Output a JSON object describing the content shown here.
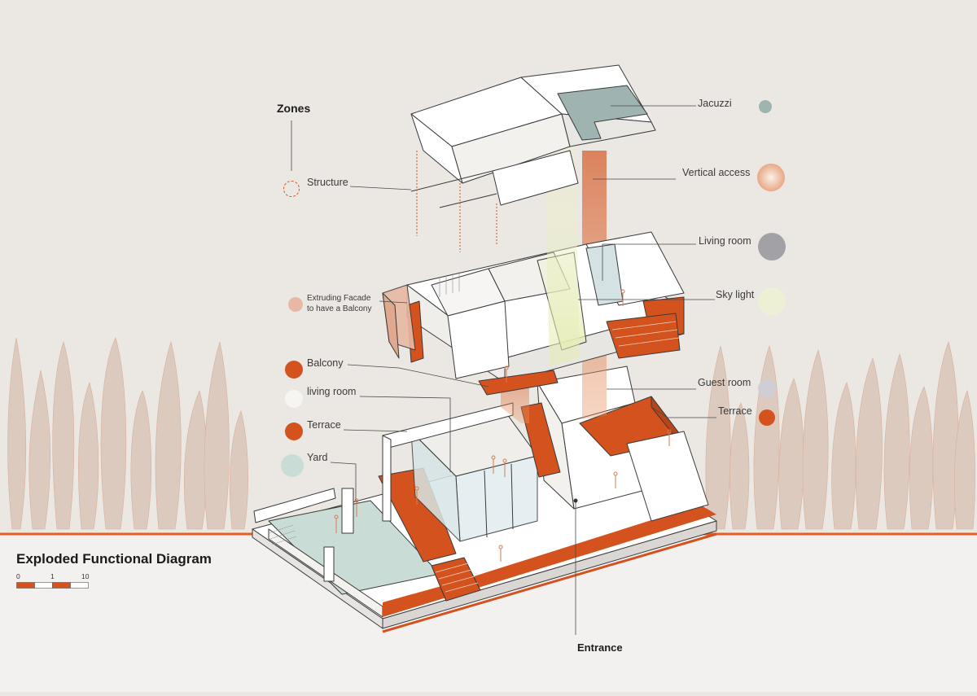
{
  "diagram": {
    "title": "Exploded Functional Diagram",
    "legend_heading": "Zones",
    "scale": {
      "ticks": [
        "0",
        "1",
        "10"
      ]
    },
    "colors": {
      "accent": "#d4521d",
      "jacuzzi": "#9fb3b0",
      "vertical_access": "#e89a6e",
      "living_room_dark": "#a2a2a6",
      "sky_light": "#edf0d4",
      "balcony": "#d4521d",
      "living_room": "#f4f2ee",
      "terrace": "#d4521d",
      "yard": "#c9dcd6",
      "guest_room": "#cfced6",
      "extruding_facade": "#e7b8a3",
      "background": "#ebe7e3"
    },
    "labels": {
      "structure": "Structure",
      "extruding_facade": "Extruding Facade\nto have a Balcony",
      "balcony": "Balcony",
      "living_room_lower": "living room",
      "terrace_left": "Terrace",
      "yard": "Yard",
      "jacuzzi": "Jacuzzi",
      "vertical_access": "Vertical access",
      "living_room_upper": "Living room",
      "sky_light": "Sky light",
      "guest_room": "Guest room",
      "terrace_right": "Terrace",
      "entrance": "Entrance"
    }
  }
}
